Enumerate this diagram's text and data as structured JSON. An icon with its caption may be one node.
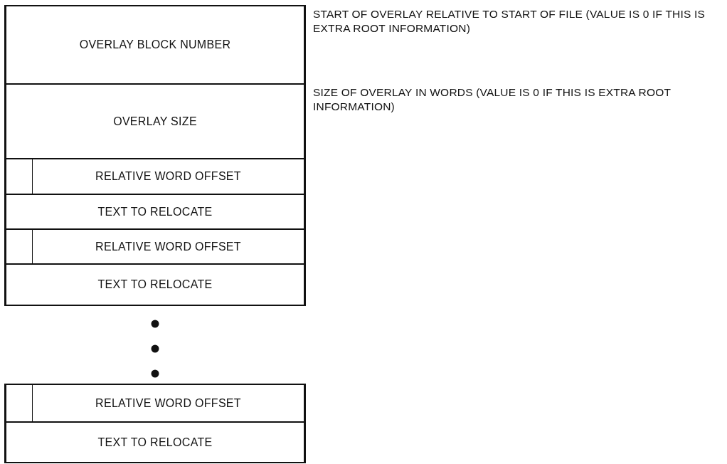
{
  "diagram": {
    "nodes": [
      {
        "text": [
          "OVERLAY BLOCK NUMBER"
        ],
        "beside": [
          "START OF OVERLAY RELATIVE TO START OF FILE (VALUE IS 0 IF THIS IS EXTRA ROOT INFORMATION)"
        ]
      },
      {
        "text": [
          "OVERLAY SIZE"
        ],
        "beside": [
          "SIZE OF OVERLAY IN WORDS (VALUE IS 0 IF THIS IS EXTRA ROOT INFORMATION)"
        ]
      },
      {
        "text": [
          "RELATIVE WORD OFFSET"
        ]
      },
      {
        "text": [],
        "shape": "box",
        "in": 2
      },
      {
        "text": [
          "TEXT TO RELOCATE"
        ]
      },
      {
        "text": [
          "RELATIVE WORD OFFSET"
        ]
      },
      {
        "text": [],
        "shape": "box",
        "in": 5
      },
      {
        "text": [
          "TEXT TO RELOCATE"
        ]
      },
      {
        "text": [
          "RELATIVE WORD OFFSET"
        ]
      },
      {
        "text": [],
        "shape": "box",
        "in": 8
      },
      {
        "text": [
          "TEXT TO RELOCATE"
        ]
      }
    ]
  }
}
